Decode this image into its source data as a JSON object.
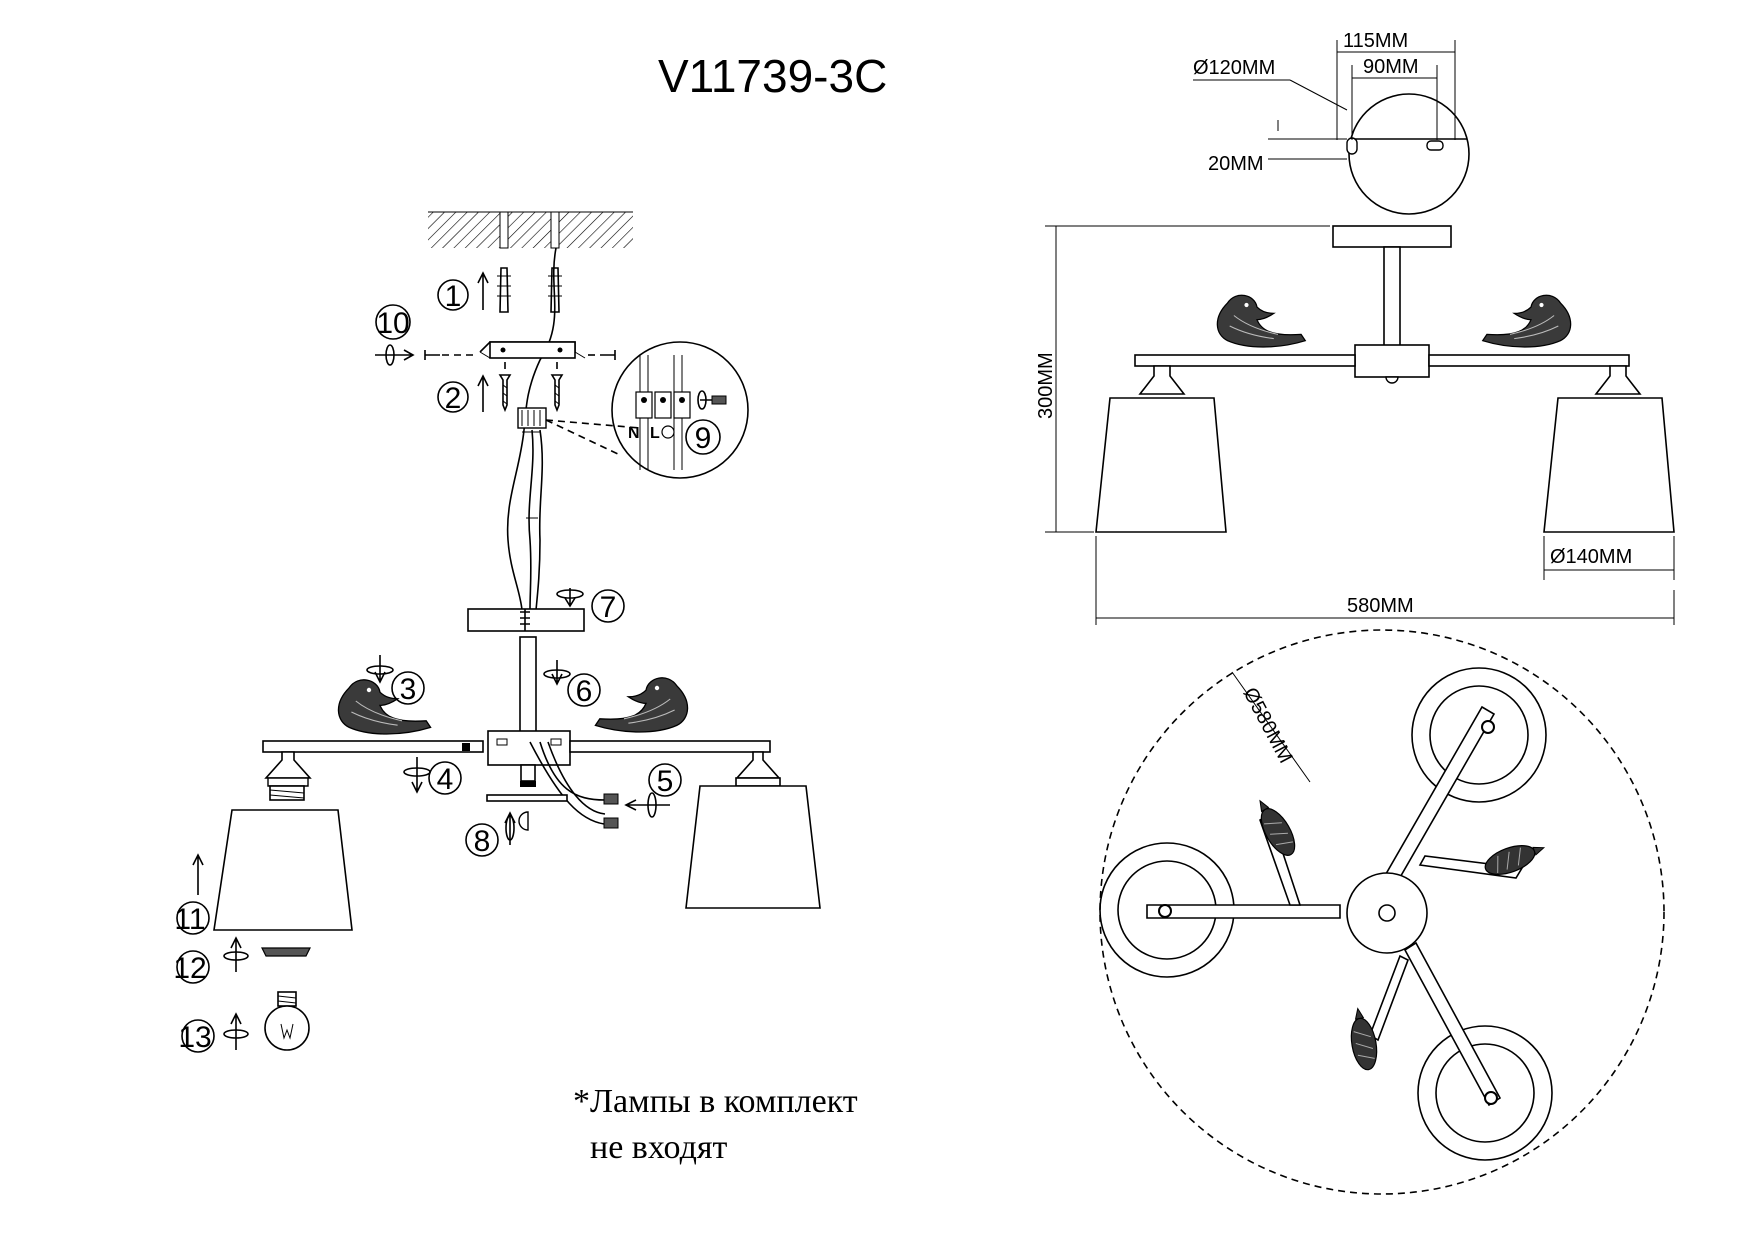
{
  "title": "V11739-3C",
  "steps": [
    "1",
    "2",
    "3",
    "4",
    "5",
    "6",
    "7",
    "8",
    "9",
    "10",
    "11",
    "12",
    "13"
  ],
  "wiring": {
    "neutral": "N",
    "live": "L"
  },
  "dimensions": {
    "plate_outer": "115MM",
    "plate_holes": "90MM",
    "canopy_diameter": "Ø120MM",
    "canopy_height": "20MM",
    "height": "300MM",
    "width": "580MM",
    "shade_diameter": "Ø140MM",
    "span_diameter": "Ø580MM"
  },
  "note": {
    "line1": "*Лампы в комплект",
    "line2": "не входят"
  }
}
